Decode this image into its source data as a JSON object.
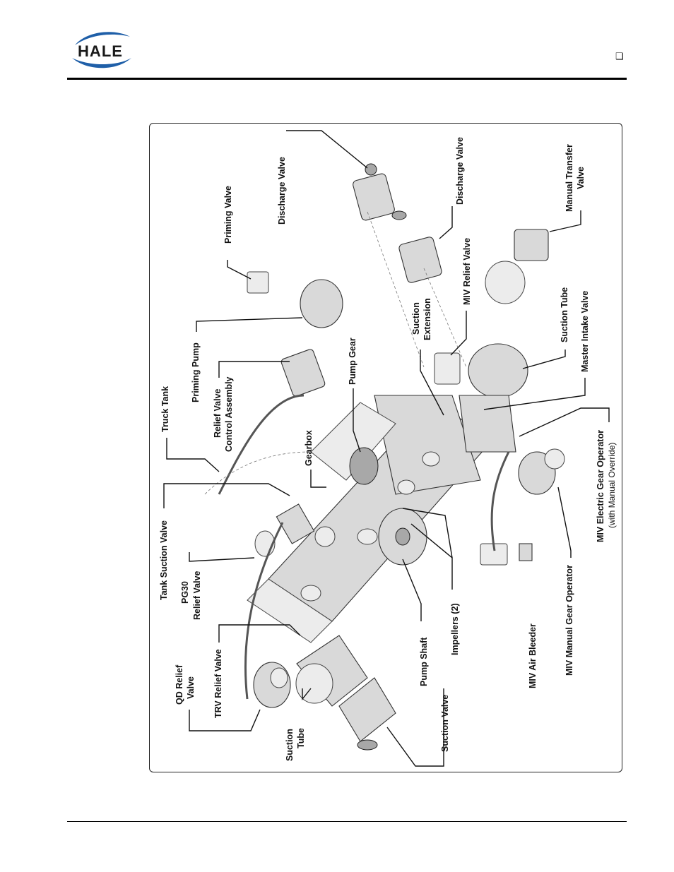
{
  "header": {
    "brand": "HALE",
    "checkbox_glyph": "❑",
    "brand_colors": {
      "blue": "#1f5fa8",
      "text": "#1a1a1a"
    }
  },
  "figure": {
    "labels": {
      "discharge_valve_top": "Discharge Valve",
      "priming_valve": "Priming Valve",
      "discharge_valve_2": "Discharge Valve",
      "manual_transfer_valve_1": "Manual Transfer",
      "manual_transfer_valve_2": "Valve",
      "priming_pump": "Priming Pump",
      "truck_tank": "Truck Tank",
      "relief_valve_control_1": "Relief Valve",
      "relief_valve_control_2": "Control Assembly",
      "pump_gear": "Pump Gear",
      "suction_extension_1": "Suction",
      "suction_extension_2": "Extension",
      "miv_relief_valve": "MIV Relief Valve",
      "suction_tube_right": "Suction Tube",
      "master_intake_valve": "Master Intake Valve",
      "gearbox": "Gearbox",
      "tank_suction_valve": "Tank Suction Valve",
      "pg30_1": "PG30",
      "pg30_2": "Relief Valve",
      "miv_electric_gear_operator": "MIV Electric Gear Operator",
      "miv_electric_gear_operator_sub": "(with Manual Override)",
      "qd_relief_1": "QD Relief",
      "qd_relief_2": "Valve",
      "trv_relief_valve": "TRV Relief Valve",
      "miv_manual_gear_operator": "MIV Manual Gear Operator",
      "miv_air_bleeder": "MIV Air Bleeder",
      "impellers": "Impellers (2)",
      "pump_shaft": "Pump Shaft",
      "suction_valve": "Suction Valve",
      "suction_tube_left_1": "Suction",
      "suction_tube_left_2": "Tube"
    }
  }
}
